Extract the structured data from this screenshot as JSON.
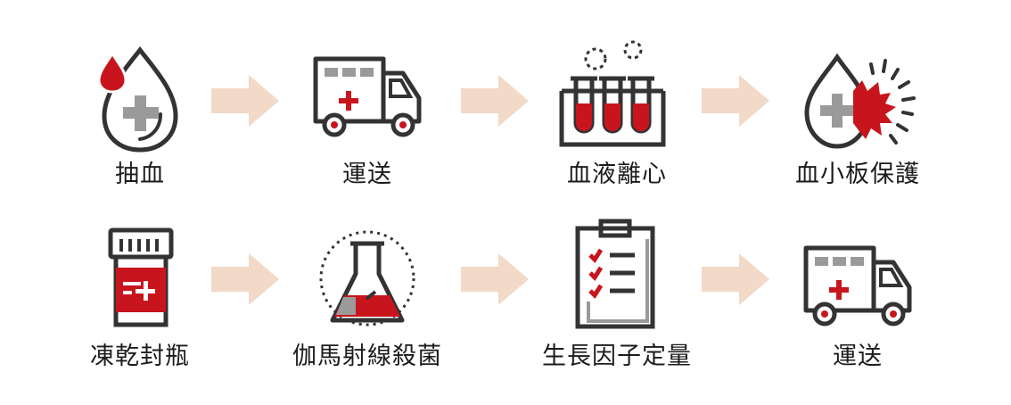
{
  "diagram": {
    "colors": {
      "stroke": "#333333",
      "red": "#c8151d",
      "gray": "#9a9a9a",
      "arrow": "#f2d9c8"
    },
    "rows": [
      {
        "steps": [
          {
            "icon": "blood-drop-icon",
            "label": "抽血"
          },
          {
            "icon": "ambulance-icon",
            "label": "運送"
          },
          {
            "icon": "test-tubes-icon",
            "label": "血液離心"
          },
          {
            "icon": "platelet-protection-icon",
            "label": "血小板保護"
          }
        ]
      },
      {
        "steps": [
          {
            "icon": "medicine-bottle-icon",
            "label": "凍乾封瓶"
          },
          {
            "icon": "flask-icon",
            "label": "伽馬射線殺菌"
          },
          {
            "icon": "clipboard-icon",
            "label": "生長因子定量"
          },
          {
            "icon": "ambulance-icon",
            "label": "運送"
          }
        ]
      }
    ],
    "arrow_icon": "right-arrow-icon"
  }
}
